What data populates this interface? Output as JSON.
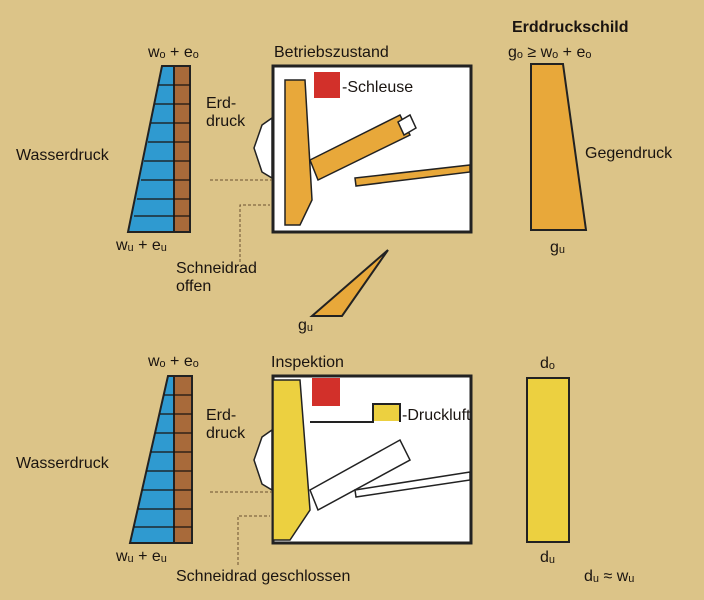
{
  "title": "Erddruckschild",
  "colors": {
    "background": "#dcc488",
    "water": "#2f9ad0",
    "earth": "#a86a3a",
    "orange": "#e8a83a",
    "yellow": "#ecd040",
    "red": "#d2302a"
  },
  "top": {
    "state": "Betriebszustand",
    "left_top": "wₒ + eₒ",
    "left_bottom": "wᵤ + eᵤ",
    "water_label": "Wasserdruck",
    "earth_label_1": "Erd-",
    "earth_label_2": "druck",
    "lock_label": "-Schleuse",
    "cutter_1": "Schneidrad",
    "cutter_2": "offen",
    "right_top": "gₒ ≥ wₒ + eₒ",
    "right_bottom": "gᵤ",
    "counter_label": "Gegendruck",
    "triangle_label": "gᵤ"
  },
  "bottom": {
    "state": "Inspektion",
    "left_top": "wₒ + eₒ",
    "left_bottom": "wᵤ + eᵤ",
    "water_label": "Wasserdruck",
    "earth_label_1": "Erd-",
    "earth_label_2": "druck",
    "air_label": "-Druckluft",
    "cutter": "Schneidrad geschlossen",
    "right_top": "dₒ",
    "right_bottom": "dᵤ",
    "relation": "dᵤ ≈ wᵤ"
  }
}
